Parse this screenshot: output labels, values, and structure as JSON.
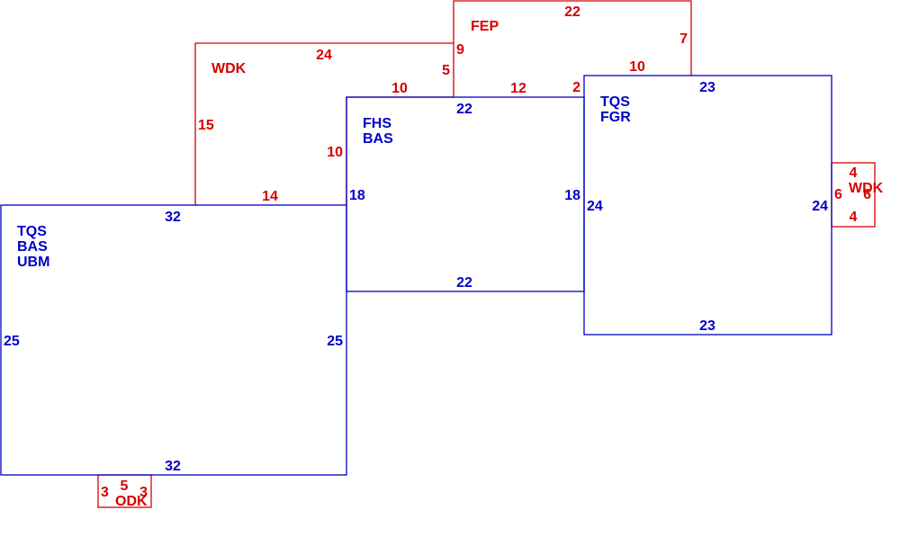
{
  "colors": {
    "blue": "#0000c8",
    "red": "#d80000"
  },
  "rooms": [
    {
      "id": "tqs-bas-ubm",
      "color": "blue",
      "name_lines": [
        "TQS",
        "BAS",
        "UBM"
      ],
      "dims": {
        "top": "32",
        "bottom": "32",
        "left": "25",
        "right": "25"
      }
    },
    {
      "id": "fhs-bas",
      "color": "blue",
      "name_lines": [
        "FHS",
        "BAS"
      ],
      "dims": {
        "top": "22",
        "bottom": "22",
        "left": "18",
        "right": "18"
      }
    },
    {
      "id": "tqs-fgr",
      "color": "blue",
      "name_lines": [
        "TQS",
        "FGR"
      ],
      "dims": {
        "top": "23",
        "bottom": "23",
        "left": "24",
        "right": "24"
      }
    },
    {
      "id": "wdk-main",
      "color": "red",
      "name_lines": [
        "WDK"
      ],
      "dims": {
        "top": "24",
        "left": "15",
        "right_upper": "5",
        "step_top": "10",
        "step_side": "10",
        "bottom": "14"
      }
    },
    {
      "id": "fep",
      "color": "red",
      "name_lines": [
        "FEP"
      ],
      "dims": {
        "top": "22",
        "left": "9",
        "right": "7",
        "bottom_right": "10",
        "bottom_mid": "12",
        "step": "2"
      }
    },
    {
      "id": "wdk-small",
      "color": "red",
      "name_lines": [
        "WDK"
      ],
      "dims": {
        "top": "4",
        "bottom": "4",
        "left": "6",
        "right": "6"
      }
    },
    {
      "id": "odk",
      "color": "red",
      "name_lines": [
        "ODK"
      ],
      "dims": {
        "top": "5",
        "left": "3",
        "right": "3"
      }
    }
  ]
}
